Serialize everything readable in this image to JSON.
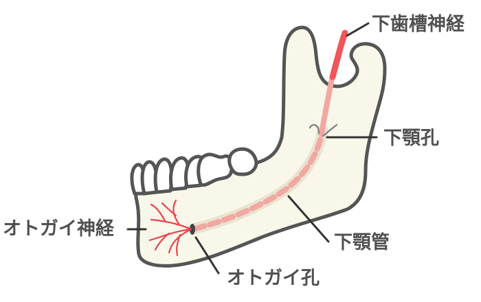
{
  "diagram": {
    "subject": "mandible nerve anatomy",
    "colors": {
      "bone_fill": "#f8f7ea",
      "outline": "#555555",
      "nerve_red": "#f0565a",
      "nerve_pale": "#f2a8a2",
      "canal": "#e8e3cf",
      "label_text": "#505050",
      "leader_line": "#333333"
    },
    "labels": [
      {
        "id": "inferior_alveolar_nerve",
        "text": "下歯槽神経"
      },
      {
        "id": "mandibular_foramen",
        "text": "下顎孔"
      },
      {
        "id": "mandibular_canal",
        "text": "下顎管"
      },
      {
        "id": "mental_nerve",
        "text": "オトガイ神経"
      },
      {
        "id": "mental_foramen",
        "text": "オトガイ孔"
      }
    ]
  }
}
